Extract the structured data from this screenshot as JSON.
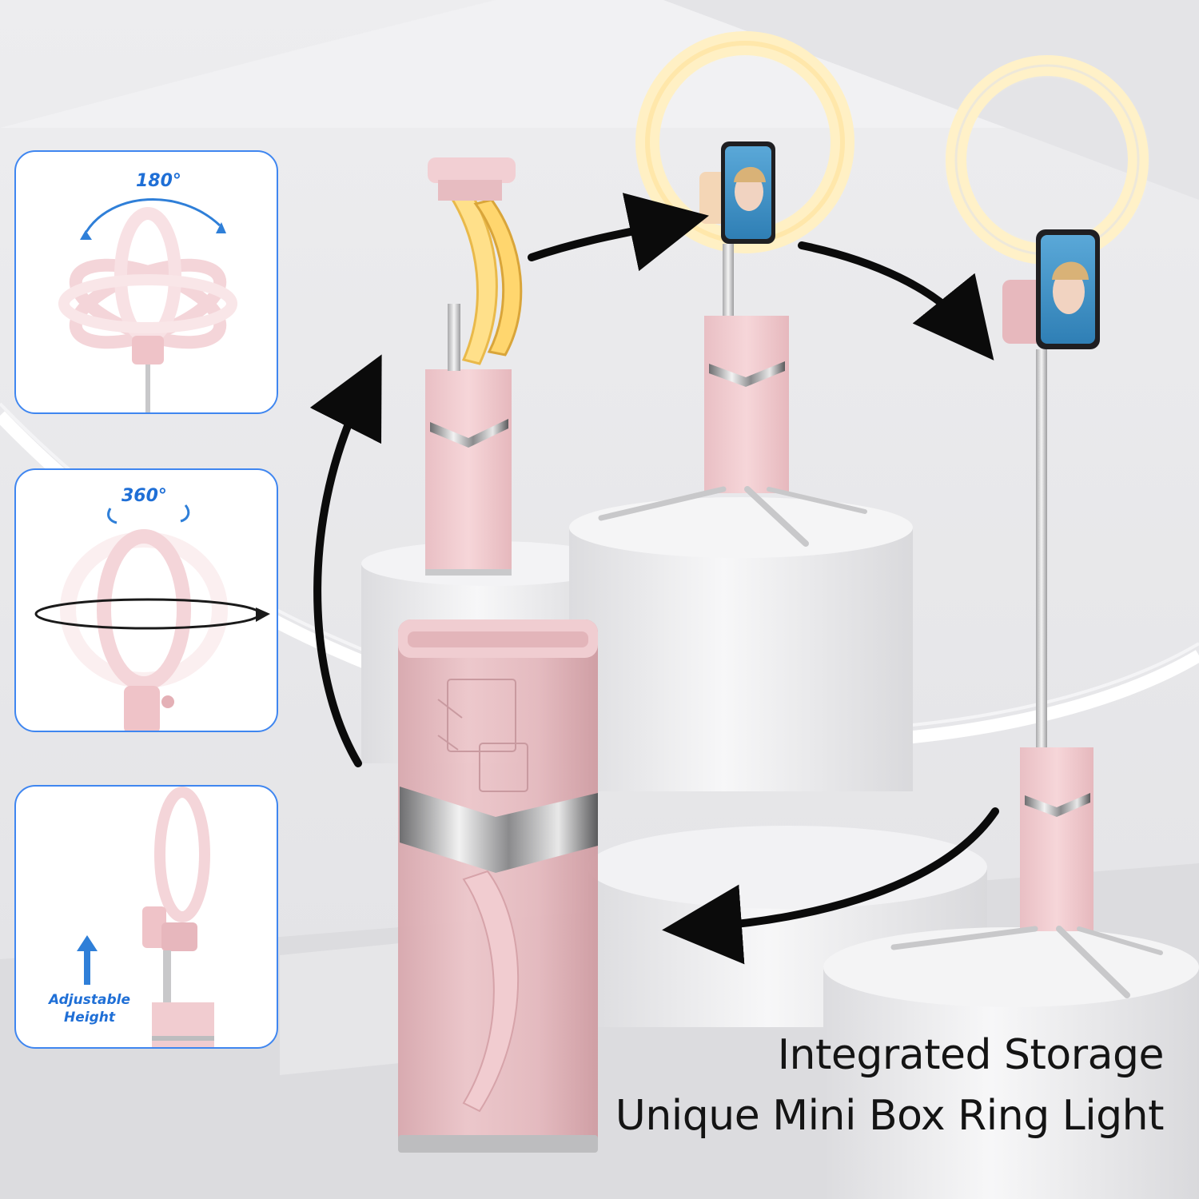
{
  "headline": {
    "line1": "Integrated Storage",
    "line2": "Unique Mini Box Ring Light"
  },
  "panels": [
    {
      "label": "180°",
      "icon": "tilt-rotation-icon"
    },
    {
      "label": "360°",
      "icon": "spin-rotation-icon"
    },
    {
      "label_line1": "Adjustable",
      "label_line2": "Height",
      "icon": "up-arrow-icon"
    }
  ],
  "colors": {
    "accent_blue": "#3f86f0",
    "product_pink": "#efc9cd",
    "warm_light": "#ffe7a6",
    "background": "#e9e9eb"
  }
}
